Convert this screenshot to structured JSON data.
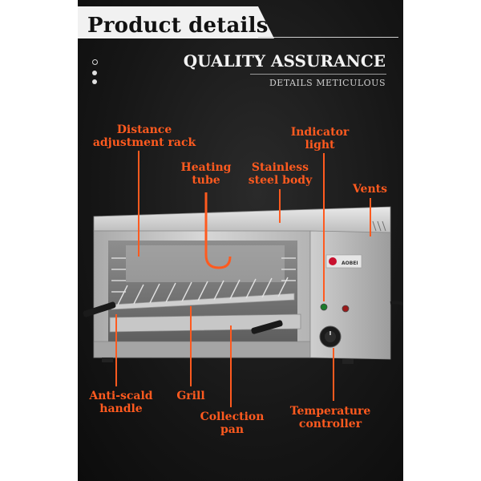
{
  "header": {
    "title": "Product details"
  },
  "banner": {
    "title": "QUALITY ASSURANCE",
    "subtitle": "DETAILS METICULOUS"
  },
  "product": {
    "brand": "AOBEI"
  },
  "callouts": {
    "distance_rack": {
      "line1": "Distance",
      "line2": "adjustment rack"
    },
    "indicator_light": {
      "line1": "Indicator",
      "line2": "light"
    },
    "heating_tube": {
      "line1": "Heating",
      "line2": "tube"
    },
    "stainless_body": {
      "line1": "Stainless",
      "line2": "steel body"
    },
    "vents": {
      "line1": "Vents"
    },
    "anti_scald": {
      "line1": "Anti-scald",
      "line2": "handle"
    },
    "grill": {
      "line1": "Grill"
    },
    "collection_pan": {
      "line1": "Collection",
      "line2": "pan"
    },
    "temperature": {
      "line1": "Temperature",
      "line2": "controller"
    }
  },
  "colors": {
    "accent": "#ff5a1f",
    "panel": "#161616"
  }
}
